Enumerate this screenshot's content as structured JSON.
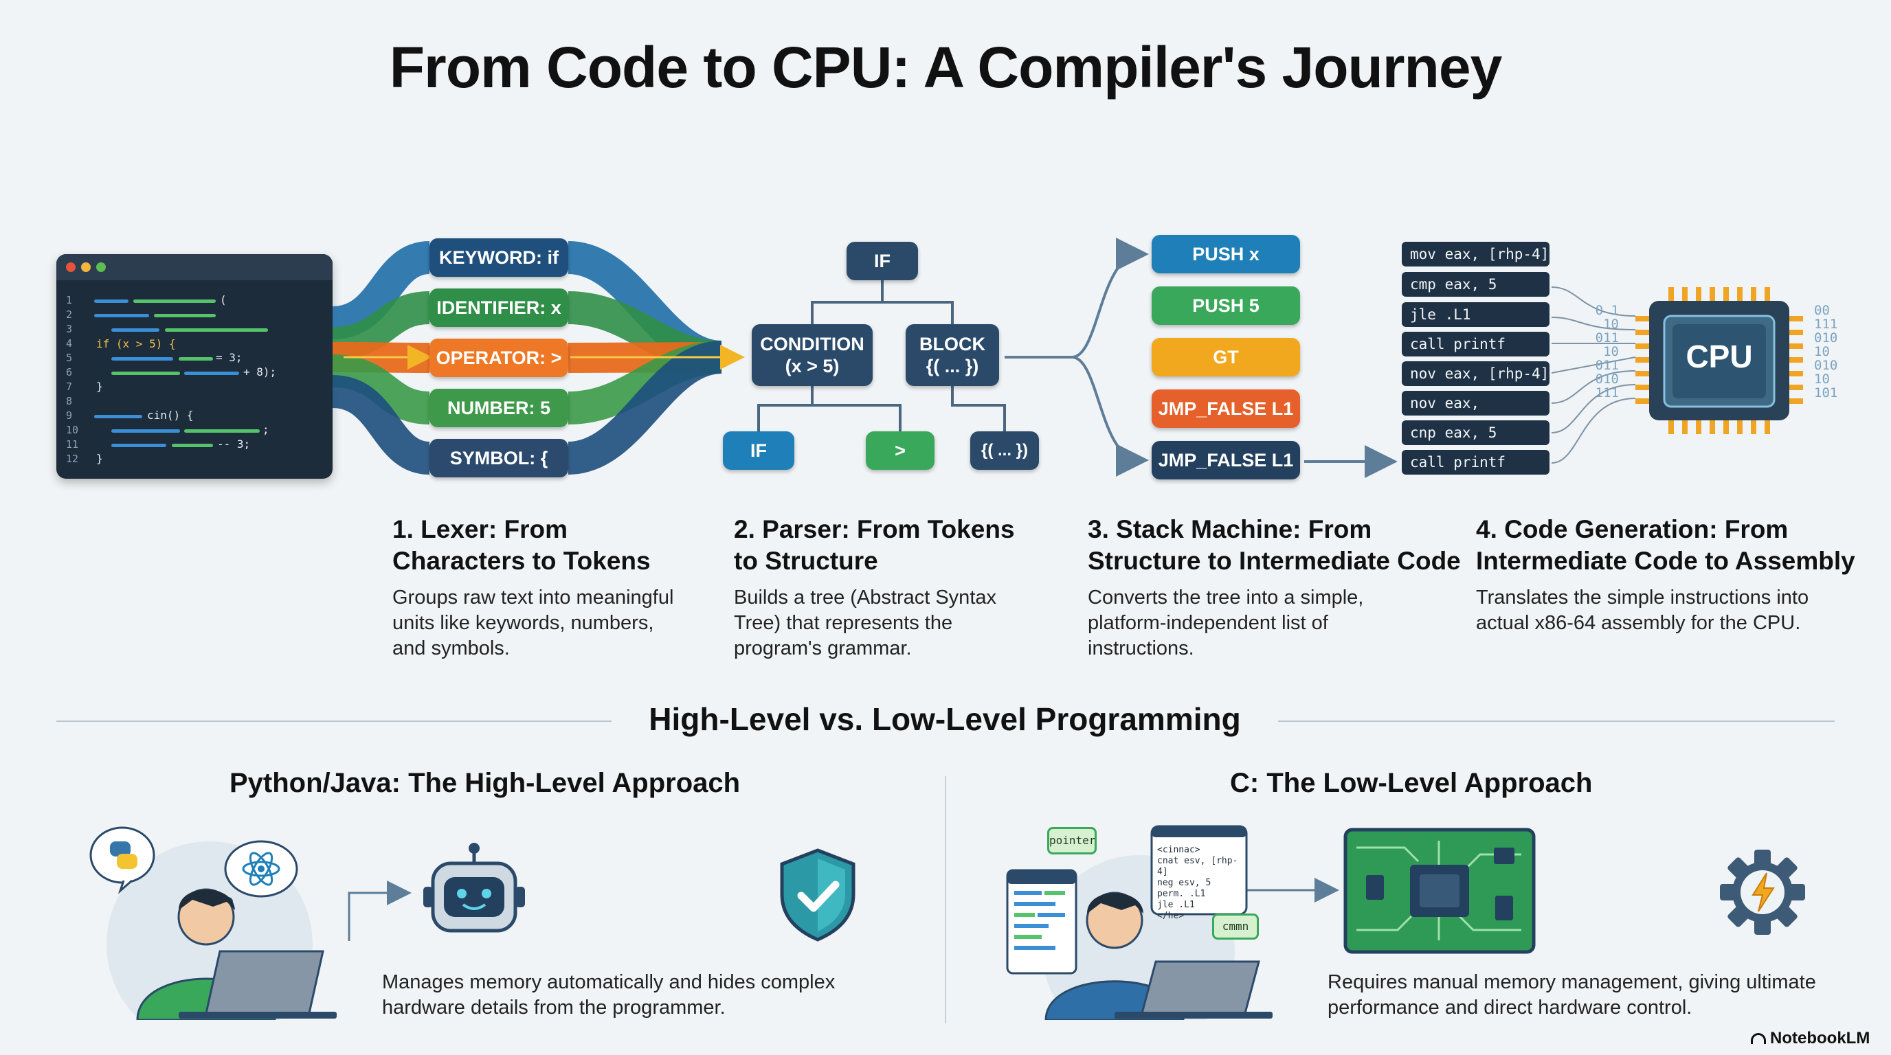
{
  "title": "From Code to CPU: A Compiler's Journey",
  "editor": {
    "line_numbers": [
      "1",
      "2",
      "3",
      "4",
      "5",
      "6",
      "7",
      "8",
      "9",
      "10",
      "11",
      "12"
    ],
    "snippets": {
      "l1": "(",
      "l4": "if (x > 5) {",
      "l5": "= 3;",
      "l6": "+ 8);",
      "l7": "}",
      "l9": "cin() {",
      "l10": ";",
      "l11": "-- 3;",
      "l12": "}"
    }
  },
  "lexer_tokens": [
    "KEYWORD: if",
    "IDENTIFIER: x",
    "OPERATOR: >",
    "NUMBER: 5",
    "SYMBOL: {"
  ],
  "parser_tree": {
    "root": "IF",
    "condition_label": "CONDITION",
    "condition_expr": "(x > 5)",
    "block_label": "BLOCK",
    "block_expr": "{( ... })",
    "leaf_if": "IF",
    "leaf_gt": ">",
    "leaf_block": "{( ... })"
  },
  "stack_instructions": [
    "PUSH x",
    "PUSH 5",
    "GT",
    "JMP_FALSE L1",
    "JMP_FALSE L1"
  ],
  "assembly": [
    "mov eax, [rhp-4]",
    "cmp eax, 5",
    "jle .L1",
    "call printf",
    "nov eax, [rhp-4]",
    "nov eax,",
    "cnp eax, 5",
    "call printf"
  ],
  "cpu_label": "CPU",
  "binary": {
    "left": [
      "0 1",
      "10",
      "011",
      "10",
      "011",
      "010",
      "111"
    ],
    "right": [
      "00",
      "111",
      "010",
      "10",
      "010",
      "10",
      "101"
    ]
  },
  "steps": [
    {
      "title_1": "1. Lexer: From",
      "title_2": "Characters to Tokens",
      "desc_1": "Groups raw text into meaningful",
      "desc_2": "units like keywords, numbers,",
      "desc_3": "and symbols."
    },
    {
      "title_1": "2. Parser: From Tokens",
      "title_2": "to Structure",
      "desc_1": "Builds a tree (Abstract Syntax",
      "desc_2": "Tree) that represents the",
      "desc_3": "program's grammar."
    },
    {
      "title_1": "3. Stack Machine: From",
      "title_2": "Structure to Intermediate Code",
      "desc_1": "Converts the tree into a simple,",
      "desc_2": "platform-independent list of",
      "desc_3": "instructions."
    },
    {
      "title_1": "4. Code Generation: From",
      "title_2": "Intermediate Code to Assembly",
      "desc_1": "Translates the simple instructions into",
      "desc_2": "actual x86-64 assembly for the CPU.",
      "desc_3": ""
    }
  ],
  "comparison": {
    "heading": "High-Level vs. Low-Level Programming",
    "high": {
      "title": "Python/Java: The High-Level Approach",
      "desc_1": "Manages memory automatically and hides complex",
      "desc_2": "hardware details from the programmer."
    },
    "low": {
      "title": "C: The Low-Level Approach",
      "bubble_pointer": "pointer",
      "bubble_code": [
        "<cinnac>",
        "cnat esv, [rhp-4]",
        "neg esv, 5",
        "perm. .L1",
        "jle .L1",
        "</he>"
      ],
      "bubble_cmm": "cmmn",
      "desc_1": "Requires manual memory management, giving ultimate",
      "desc_2": "performance and direct hardware control."
    }
  },
  "brand": "NotebookLM",
  "colors": {
    "navy": "#23405f",
    "blue": "#1f7fb8",
    "green": "#3aa85a",
    "orange": "#f07a24",
    "yellow": "#f2a81e",
    "red": "#e5602a"
  }
}
